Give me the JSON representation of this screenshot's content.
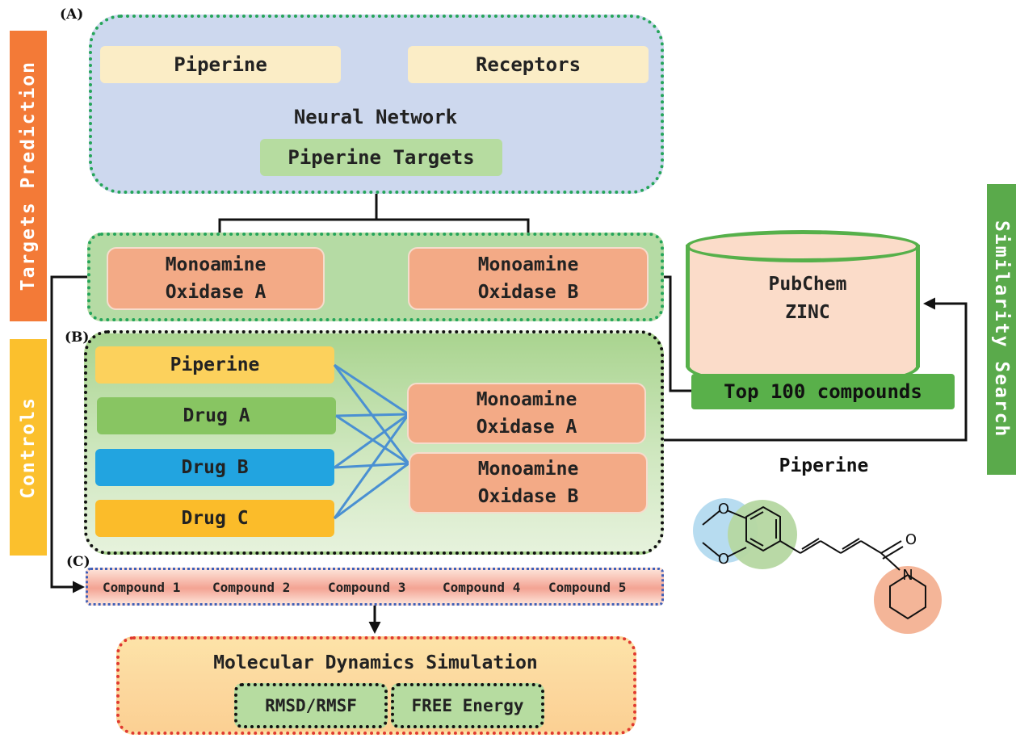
{
  "panels": {
    "a": "(A)",
    "b": "(B)",
    "c": "(C)"
  },
  "side": {
    "targets_prediction": "Targets Prediction",
    "controls": "Controls",
    "similarity_search": "Similarity Search"
  },
  "panel_a": {
    "piperine": "Piperine",
    "receptors": "Receptors",
    "neural_network": "Neural Network",
    "piperine_targets": "Piperine Targets"
  },
  "mao_row": {
    "mao_a": [
      "Monoamine",
      "Oxidase A"
    ],
    "mao_b": [
      "Monoamine",
      "Oxidase B"
    ]
  },
  "database": {
    "line1": "PubChem",
    "line2": "ZINC"
  },
  "top100": "Top 100 compounds",
  "panel_b": {
    "drugs": [
      "Piperine",
      "Drug A",
      "Drug B",
      "Drug C"
    ],
    "mao_a": [
      "Monoamine",
      "Oxidase A"
    ],
    "mao_b": [
      "Monoamine",
      "Oxidase B"
    ]
  },
  "structure": {
    "title": "Piperine",
    "atom_o1": "O",
    "atom_o2": "O",
    "atom_o3": "O",
    "atom_n": "N"
  },
  "compounds": [
    "Compound 1",
    "Compound 2",
    "Compound 3",
    "Compound 4",
    "Compound 5"
  ],
  "md": {
    "title": "Molecular Dynamics Simulation",
    "rmsd": "RMSD/RMSF",
    "free_energy": "FREE Energy"
  },
  "colors": {
    "targets_bar": "#f37a37",
    "controls_bar": "#fbc02d",
    "similarity_bar": "#5aaa4b",
    "connector_lines": "#4a90d2",
    "drug_piperine": "#fcd15c",
    "drug_a": "#88c562",
    "drug_b": "#22a4e0",
    "drug_c": "#fbbc2a"
  }
}
